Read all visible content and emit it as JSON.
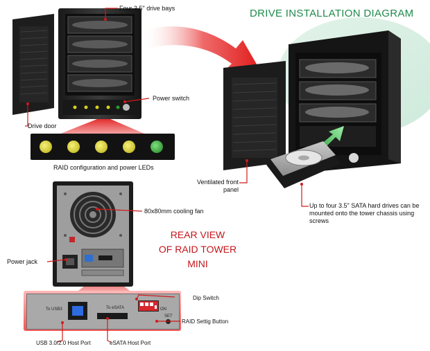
{
  "title": "DRIVE INSTALLATION DIAGRAM",
  "rear_view": [
    "REAR VIEW",
    "OF RAID TOWER",
    "MINI"
  ],
  "labels": {
    "drive_bays": "Four 3.5\" drive bays",
    "power_switch": "Power switch",
    "drive_door": "Drive door",
    "raid_leds": "RAID configuration and power LEDs",
    "ventilated_panel": "Ventilated front panel",
    "sata_drives": "Up to four 3.5\" SATA hard drives can be mounted onto the tower chassis using screws",
    "cooling_fan": "80x80mm cooling fan",
    "power_jack": "Power jack",
    "dip_switch": "Dip Switch",
    "raid_button": "RAID Settig Button",
    "usb_port": "USB 3.0/2.0 Host Port",
    "esata_port": "eSATA Host Port"
  },
  "panel": {
    "to_usb3": "To USB3",
    "to_esata": "To eSATA",
    "on": "ON",
    "set": "SET"
  },
  "colors": {
    "title_green": "#1e8a4a",
    "rear_red": "#c4151b",
    "leader_red": "#d11a1a",
    "led_yellow": "#d8d020",
    "led_green": "#2a9a2a"
  }
}
